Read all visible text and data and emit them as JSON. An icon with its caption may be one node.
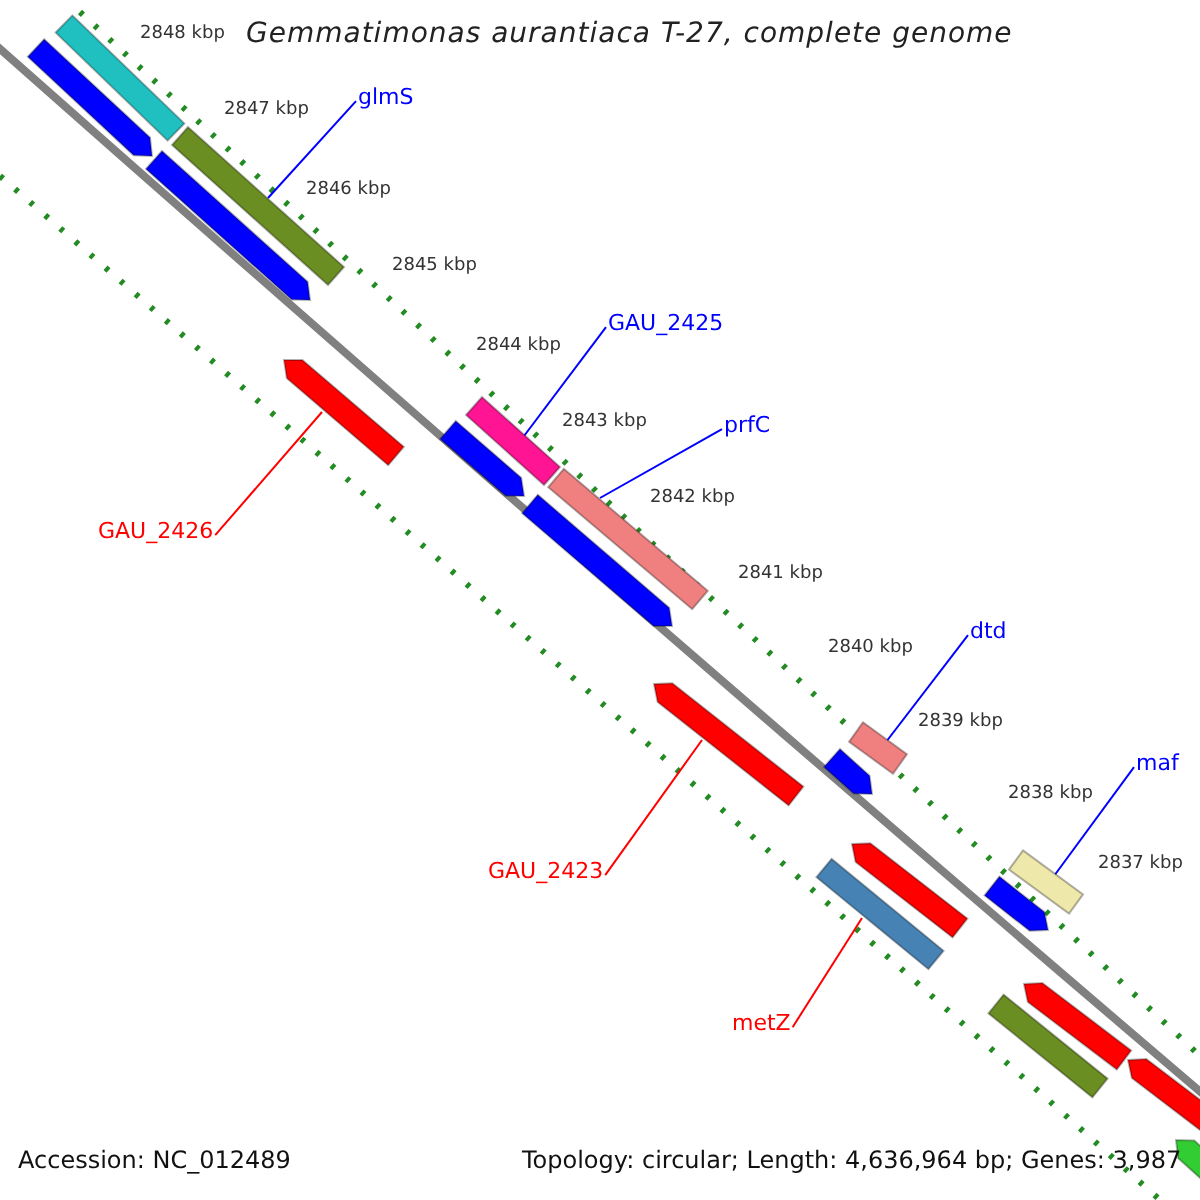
{
  "diagram": {
    "title": "Gemmatimonas aurantiaca T-27, complete genome",
    "nodes": [
      {
        "text": [
          "glmS"
        ]
      },
      {
        "text": [],
        "shape": "bar"
      },
      {
        "text": [
          "GAU_2425"
        ]
      },
      {
        "text": [],
        "shape": "bar"
      },
      {
        "text": [
          "prfC"
        ]
      },
      {
        "text": [],
        "shape": "bar"
      },
      {
        "text": [
          "dtd"
        ]
      },
      {
        "text": [],
        "shape": "bar"
      },
      {
        "text": [
          "maf"
        ]
      },
      {
        "text": [],
        "shape": "bar"
      },
      {
        "text": [
          "GAU_2426"
        ]
      },
      {
        "text": [],
        "shape": "arrow"
      },
      {
        "text": [
          "GAU_2423"
        ]
      },
      {
        "text": [],
        "shape": "arrow"
      },
      {
        "text": [
          "metZ"
        ]
      },
      {
        "text": [],
        "shape": "bar"
      },
      {
        "text": [],
        "shape": "bar"
      },
      {
        "text": [],
        "shape": "arrow"
      },
      {
        "text": [],
        "shape": "arrow"
      },
      {
        "text": [],
        "shape": "arrow"
      },
      {
        "text": [],
        "shape": "arrow"
      },
      {
        "text": [],
        "shape": "arrow"
      },
      {
        "text": [],
        "shape": "arrow"
      },
      {
        "text": [],
        "shape": "arrow"
      },
      {
        "text": [],
        "shape": "arrow"
      },
      {
        "text": [],
        "shape": "bar"
      },
      {
        "text": [],
        "shape": "arrow"
      },
      {
        "text": [],
        "shape": "arrow"
      }
    ],
    "edges": [
      {
        "from": 0,
        "to": 1,
        "arrow": "none"
      },
      {
        "from": 2,
        "to": 3,
        "arrow": "none"
      },
      {
        "from": 4,
        "to": 5,
        "arrow": "none"
      },
      {
        "from": 6,
        "to": 7,
        "arrow": "none"
      },
      {
        "from": 8,
        "to": 9,
        "arrow": "none"
      },
      {
        "from": 10,
        "to": 11,
        "arrow": "none",
        "color": "#ff0000"
      },
      {
        "from": 12,
        "to": 13,
        "arrow": "none",
        "color": "#ff0000"
      },
      {
        "from": 14,
        "to": 15,
        "arrow": "none",
        "color": "#ff0000"
      }
    ],
    "labels": [
      "2848 kbp",
      "2847 kbp",
      "2846 kbp",
      "2845 kbp",
      "2844 kbp",
      "2843 kbp",
      "2842 kbp",
      "2841 kbp",
      "2840 kbp",
      "2839 kbp",
      "2838 kbp",
      "2837 kbp",
      "Accession: NC_012489",
      "Topology: circular; Length: 4,636,964 bp; Genes: 3,987"
    ]
  }
}
